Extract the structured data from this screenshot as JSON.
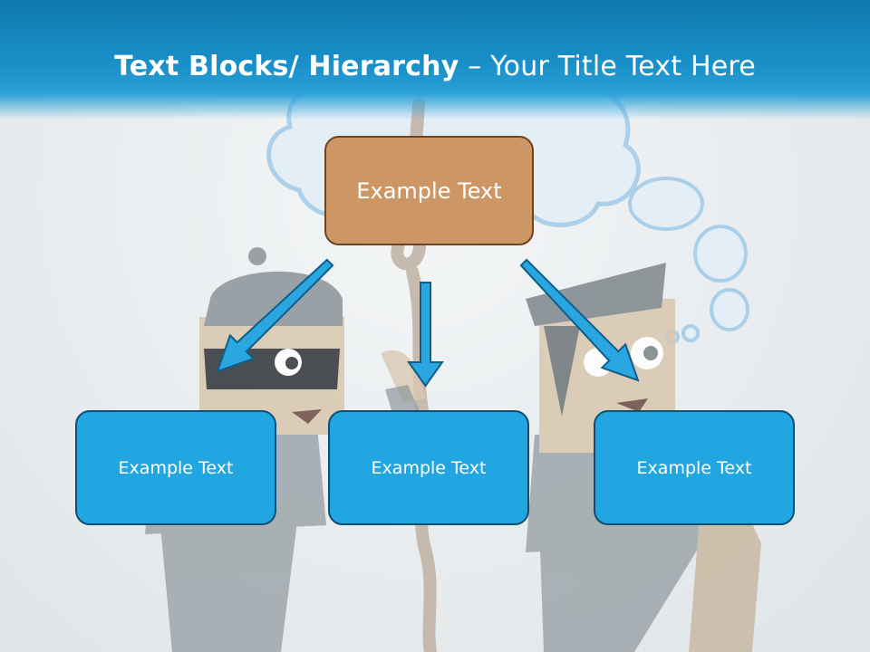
{
  "slide": {
    "title_bold": "Text Blocks/ Hierarchy",
    "title_rest": " – Your Title Text Here"
  },
  "hierarchy": {
    "root": {
      "label": "Example Text"
    },
    "children": [
      {
        "label": "Example Text"
      },
      {
        "label": "Example Text"
      },
      {
        "label": "Example Text"
      }
    ]
  },
  "colors": {
    "header": "#1a90c9",
    "root_fill": "#cc9765",
    "root_border": "#6b4423",
    "child_fill": "#22a6e1",
    "child_border": "#0d4f72",
    "arrow_fill": "#2aa7e0",
    "arrow_stroke": "#0d5f8a"
  },
  "icons": [
    "thief-left-illustration",
    "thief-right-illustration",
    "thought-cloud",
    "rope",
    "down-arrow-icon",
    "diagonal-arrow-icon"
  ]
}
